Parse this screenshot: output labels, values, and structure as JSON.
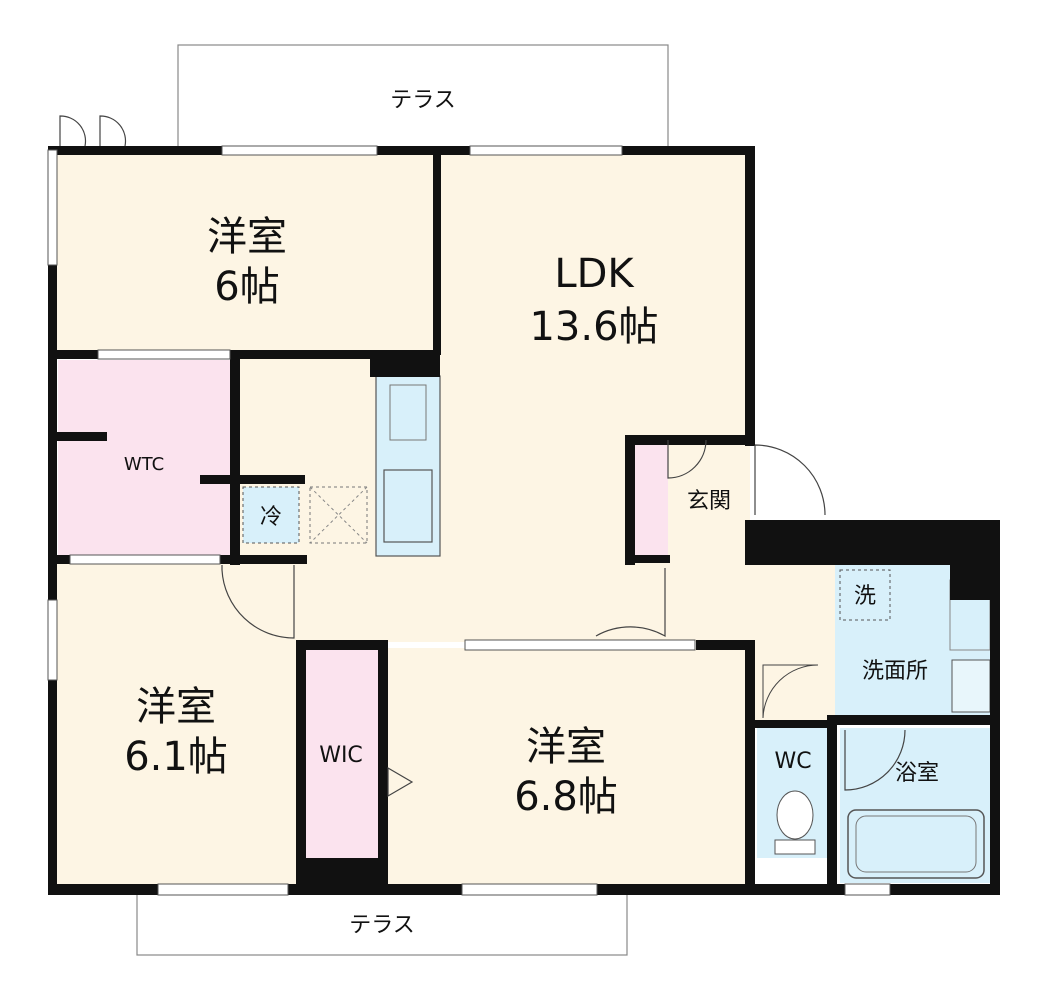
{
  "terrace_top": "テラス",
  "terrace_bottom": "テラス",
  "rooms": {
    "western_nw": {
      "name": "洋室",
      "size": "6帖"
    },
    "ldk": {
      "name": "LDK",
      "size": "13.6帖"
    },
    "wtc": {
      "name": "WTC"
    },
    "fridge": {
      "name": "冷"
    },
    "entrance": {
      "name": "玄関"
    },
    "laundry": {
      "name": "洗"
    },
    "washroom": {
      "name": "洗面所"
    },
    "western_sw": {
      "name": "洋室",
      "size": "6.1帖"
    },
    "wic": {
      "name": "WIC"
    },
    "western_s": {
      "name": "洋室",
      "size": "6.8帖"
    },
    "wc": {
      "name": "WC"
    },
    "bath": {
      "name": "浴室"
    }
  },
  "colors": {
    "room_floor": "#fdf5e4",
    "closet": "#fbe3ee",
    "wet_area": "#d8f0fa",
    "wall": "#111111"
  }
}
